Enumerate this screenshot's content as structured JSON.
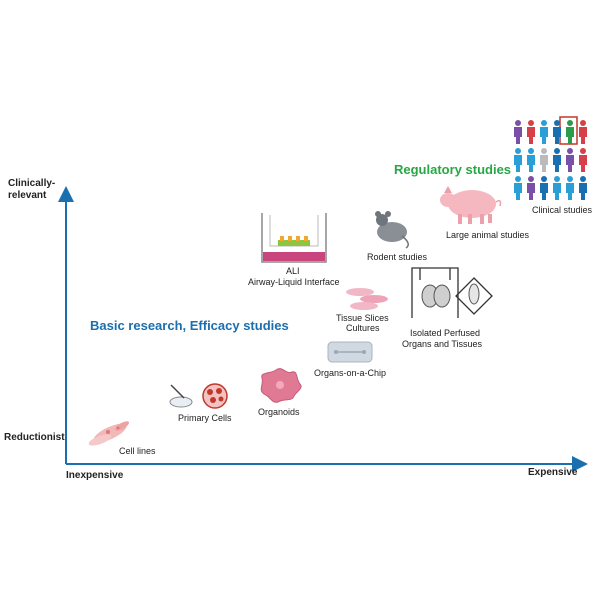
{
  "axes": {
    "y_top": "Clinically-\nrelevant",
    "y_bottom": "Reductionist",
    "x_left": "Inexpensive",
    "x_right": "Expensive"
  },
  "headers": {
    "basic": "Basic research, Efficacy studies",
    "regulatory": "Regulatory studies"
  },
  "models": {
    "cell_lines": "Cell lines",
    "primary_cells": "Primary Cells",
    "organoids": "Organoids",
    "organs_on_chip": "Organs-on-a-Chip",
    "ali_short": "ALI",
    "ali_long": "Airway-Liquid Interface",
    "tissue_slices_1": "Tissue Slices",
    "tissue_slices_2": "Cultures",
    "perfused_1": "Isolated Perfused",
    "perfused_2": "Organs and Tissues",
    "rodent": "Rodent studies",
    "large_animal": "Large animal studies",
    "clinical": "Clinical studies"
  },
  "colors": {
    "axis": "#1a6fb0",
    "basic": "#1a6fb0",
    "regulatory": "#27a844",
    "cell_pink": "#f2b7b7",
    "organoid_pink": "#e07a94",
    "pig": "#f5b8c0",
    "chip": "#d0d8e2",
    "highlight_box": "#c0392b"
  },
  "people_grid": [
    [
      "#7a4fa8",
      "#d6404a",
      "#2a9fd6",
      "#1a6fb0",
      "#2a9d4a",
      "#d6404a"
    ],
    [
      "#2a9fd6",
      "#2a9fd6",
      "#bbbbbb",
      "#1a6fb0",
      "#7a4fa8",
      "#d6404a"
    ],
    [
      "#2a9fd6",
      "#7a4fa8",
      "#1a6fb0",
      "#2a9fd6",
      "#2a9fd6",
      "#1a6fb0"
    ]
  ]
}
